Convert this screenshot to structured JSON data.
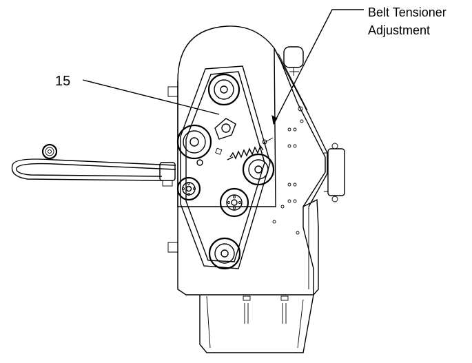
{
  "callouts": {
    "part_number": "15",
    "belt_tensioner_line1": "Belt Tensioner",
    "belt_tensioner_line2": "Adjustment"
  }
}
